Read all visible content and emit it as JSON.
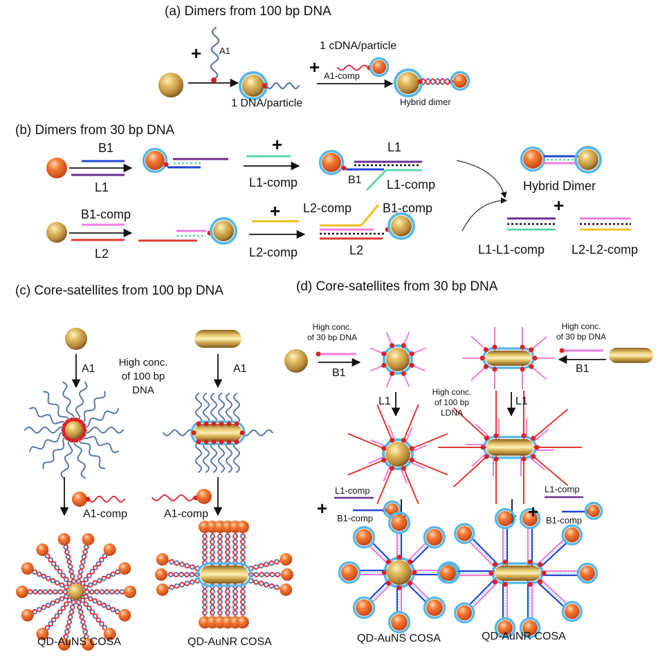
{
  "colors": {
    "gold": "#c9a24a",
    "quantum_dot": "#f2662d",
    "shell": "#59b8e6",
    "anchor": "#e02020",
    "strand_A1": "#5878a8",
    "strand_A1comp": "#e03040",
    "strand_B1": "#1f45d6",
    "strand_L1": "#6a2d8f",
    "strand_L1comp": "#5cd6a8",
    "strand_L2": "#e03a2f",
    "strand_L2comp": "#f2c020",
    "strand_B1comp": "#f07be0"
  },
  "panel_a": {
    "title": "(a)   Dimers from 100 bp DNA",
    "plus_1": "+",
    "a1": "A1",
    "one_dna": "1 DNA/particle",
    "plus_2": "+",
    "cdna": "1 cDNA/particle",
    "a1_comp": "A1-comp",
    "hybrid_dimer": "Hybrid dimer"
  },
  "panel_b": {
    "title": "(b)  Dimers from 30 bp DNA",
    "b1": "B1",
    "l1": "L1",
    "plus_top": "+",
    "l1_comp": "L1-comp",
    "l1_right": "L1",
    "b1_right": "B1",
    "l1_comp_right": "L1-comp",
    "b1_comp": "B1-comp",
    "l2": "L2",
    "plus_bottom": "+",
    "l2_comp": "L2-comp",
    "l2_comp_right": "L2-comp",
    "b1_comp_right": "B1-comp",
    "l2_right": "L2",
    "hybrid_dimer": "Hybrid Dimer",
    "plus_result": "+",
    "l1_l1_comp": "L1-L1-comp",
    "l2_l2_comp": "L2-L2-comp"
  },
  "panel_c": {
    "title": "(c)    Core-satellites from 100 bp DNA",
    "a1_left": "A1",
    "a1_right": "A1",
    "high_conc": "High conc.\nof 100 bp\nDNA",
    "a1_comp_left": "A1-comp",
    "a1_comp_right": "A1-comp",
    "label_left": "QD-AuNS COSA",
    "label_right": "QD-AuNR COSA"
  },
  "panel_d": {
    "title": "(d)  Core-satellites from 30 bp DNA",
    "high_conc_left": "High conc.\nof 30 bp DNA",
    "b1_left": "B1",
    "high_conc_right": "High conc.\nof 30 bp DNA",
    "b1_right": "B1",
    "high_conc_ldna": "High conc.\nof 100 bp\nLDNA",
    "l1_left": "L1",
    "l1_right": "L1",
    "plus_left": "+",
    "plus_right": "+",
    "l1_comp_left": "L1-comp",
    "b1_comp_left": "B1-comp",
    "l1_comp_right": "L1-comp",
    "b1_comp_right": "B1-comp",
    "label_left": "QD-AuNS COSA",
    "label_right": "QD-AuNR COSA"
  }
}
